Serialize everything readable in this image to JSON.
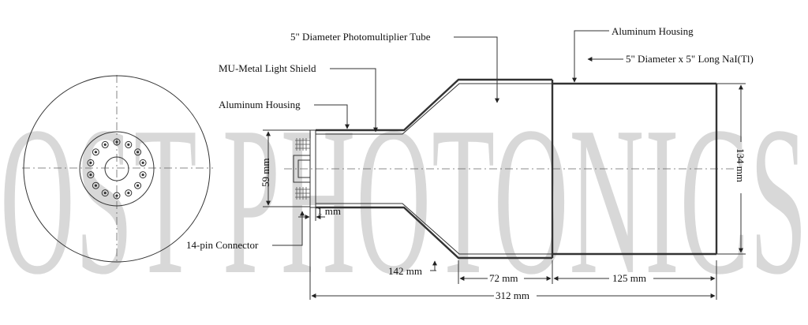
{
  "watermark": "OST PHOTONICS",
  "labels": {
    "pmt": "5\" Diameter Photomultiplier Tube",
    "housing_top": "Aluminum Housing",
    "crystal": "5\" Diameter x 5\" Long NaI(Tl)",
    "shield": "MU-Metal Light Shield",
    "housing_left": "Aluminum Housing",
    "connector": "14-pin Connector"
  },
  "dimensions": {
    "d59": "59 mm",
    "d1": "1 mm",
    "d142": "142 mm",
    "d72": "72 mm",
    "d125": "125 mm",
    "d312": "312 mm",
    "d134": "134 mm"
  },
  "colors": {
    "line": "#333333",
    "watermark": "#d8d8d8"
  }
}
